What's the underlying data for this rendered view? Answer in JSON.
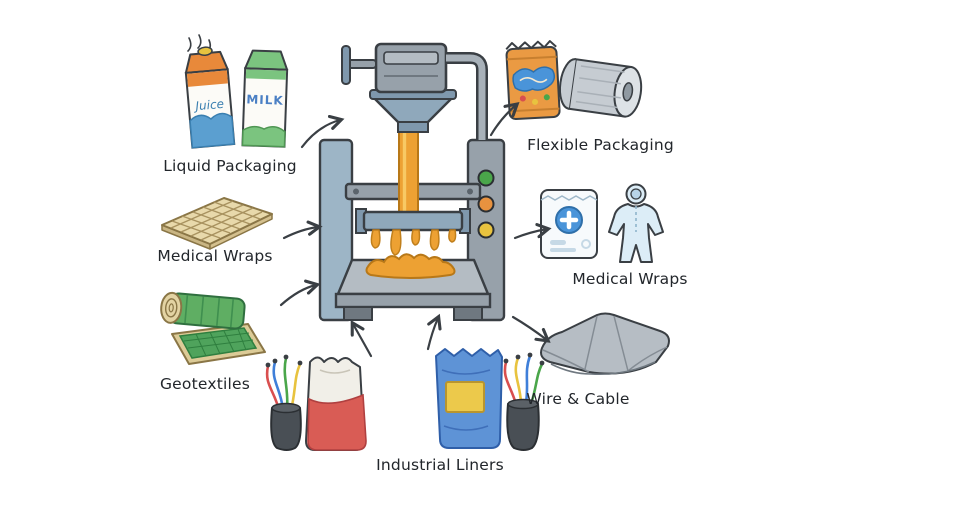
{
  "diagram": {
    "labels": {
      "liquid_packaging": "Liquid Packaging",
      "medical_wraps_left": "Medical Wraps",
      "geotextiles": "Geotextiles",
      "industrial_liners": "Industrial Liners",
      "wire_cable": "Wire & Cable",
      "medical_wraps_right": "Medical Wraps",
      "flexible_packaging": "Flexible Packaging"
    },
    "illustration_text": {
      "juice_carton": "Juice",
      "milk_carton": "MILK"
    },
    "colors": {
      "outline": "#3a3f44",
      "molten_polymer": "#eda133",
      "machine_gray": "#97a1aa",
      "machine_blue_gray": "#9db5c6",
      "indicator_green": "#4aa64a",
      "indicator_orange": "#e8923f",
      "indicator_yellow": "#e8c33f",
      "bag_red": "#d95c55",
      "bag_blue": "#5e93d6",
      "bag_yellow_patch": "#ecc94b",
      "geotextile_green": "#5fae63",
      "wrap_tan": "#e8d9ab",
      "tarp_gray": "#b6bdc4"
    }
  }
}
